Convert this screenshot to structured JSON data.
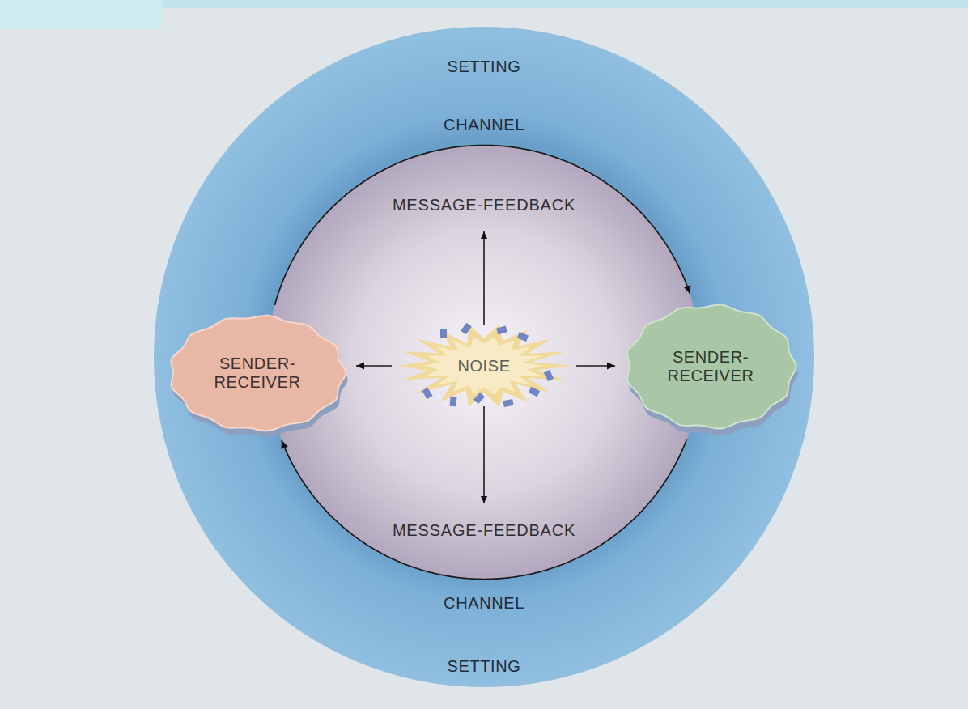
{
  "diagram": {
    "nodes": [
      {
        "text": [
          "SETTING",
          "SETTING"
        ]
      },
      {
        "text": [
          "CHANNEL",
          "CHANNEL"
        ],
        "in": 0
      },
      {
        "text": [
          "SENDER- RECEIVER"
        ],
        "in": 0
      },
      {
        "text": [
          "NOISE"
        ],
        "in": 1
      },
      {
        "text": [
          "SENDER- RECEIVER"
        ],
        "in": 0
      }
    ],
    "edges": [
      {
        "from": 3,
        "to": 2,
        "arrow": "to"
      },
      {
        "from": 3,
        "to": 4,
        "arrow": "to"
      },
      {
        "from": 2,
        "to": 4,
        "arrow": "to"
      },
      {
        "from": 4,
        "to": 2,
        "arrow": "to"
      }
    ],
    "labels": [
      "MESSAGE-FEEDBACK",
      "MESSAGE-FEEDBACK"
    ]
  }
}
